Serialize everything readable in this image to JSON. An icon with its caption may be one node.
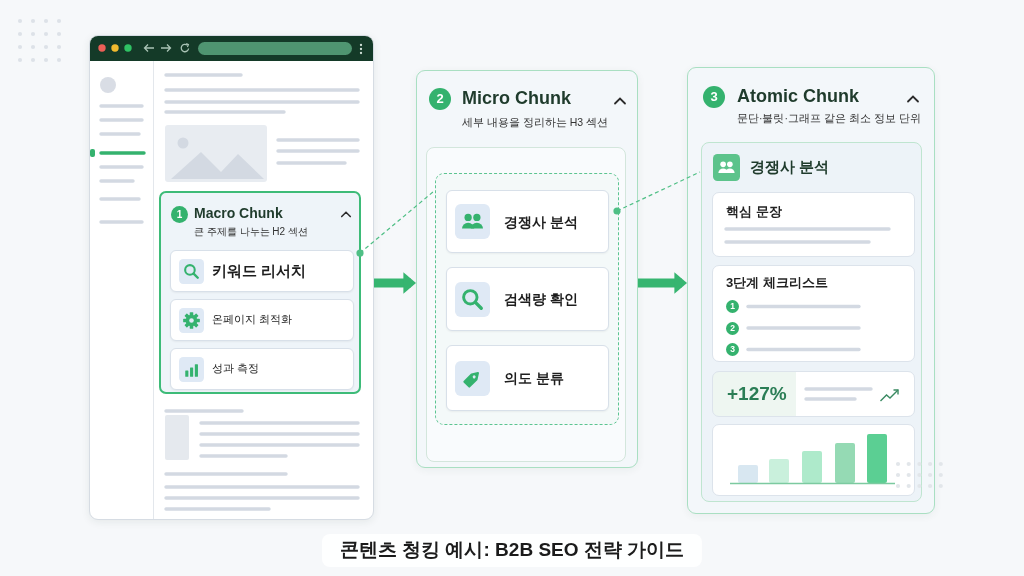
{
  "diagram": {
    "caption": "콘텐츠 청킹 예시: B2B SEO 전략 가이드",
    "nodes": [
      {
        "text": [],
        "shape": "window"
      },
      {
        "text": [
          "1",
          "Macro Chunk",
          "큰 주제를 나누는 H2 섹션"
        ],
        "in": 0
      },
      {
        "text": [
          "키워드 리서치"
        ],
        "in": 1
      },
      {
        "text": [
          "온페이지 최적화"
        ],
        "in": 1
      },
      {
        "text": [
          "성과 측정"
        ],
        "in": 1
      },
      {
        "text": [
          "2",
          "Micro Chunk",
          "세부 내용을 정리하는 H3 섹션"
        ]
      },
      {
        "text": [],
        "shape": "box",
        "in": 5
      },
      {
        "text": [],
        "shape": "box",
        "in": 6
      },
      {
        "text": [
          "경쟁사 분석"
        ],
        "in": 7
      },
      {
        "text": [
          "검색량 확인"
        ],
        "in": 7
      },
      {
        "text": [
          "의도 분류"
        ],
        "in": 7
      },
      {
        "text": [
          "3",
          "Atomic Chunk",
          "문단·불릿·그래프 같은 최소 정보 단위"
        ]
      },
      {
        "text": [
          "경쟁사 분석"
        ],
        "in": 11
      },
      {
        "text": [
          "핵심 문장"
        ],
        "in": 12
      },
      {
        "text": [
          "3단계 체크리스트",
          "1",
          "2",
          "3"
        ],
        "in": 12
      },
      {
        "text": [
          "+127%"
        ],
        "in": 12
      },
      {
        "text": [],
        "shape": "box",
        "in": 12
      }
    ],
    "edges": [
      {
        "from": 0,
        "to": 5,
        "arrow": "to",
        "style": "thick"
      },
      {
        "from": 5,
        "to": 11,
        "arrow": "to",
        "style": "thick"
      },
      {
        "from": 1,
        "to": 7,
        "arrow": "other",
        "style": "dashed"
      },
      {
        "from": 7,
        "to": 12,
        "arrow": "other",
        "style": "dashed"
      }
    ]
  }
}
